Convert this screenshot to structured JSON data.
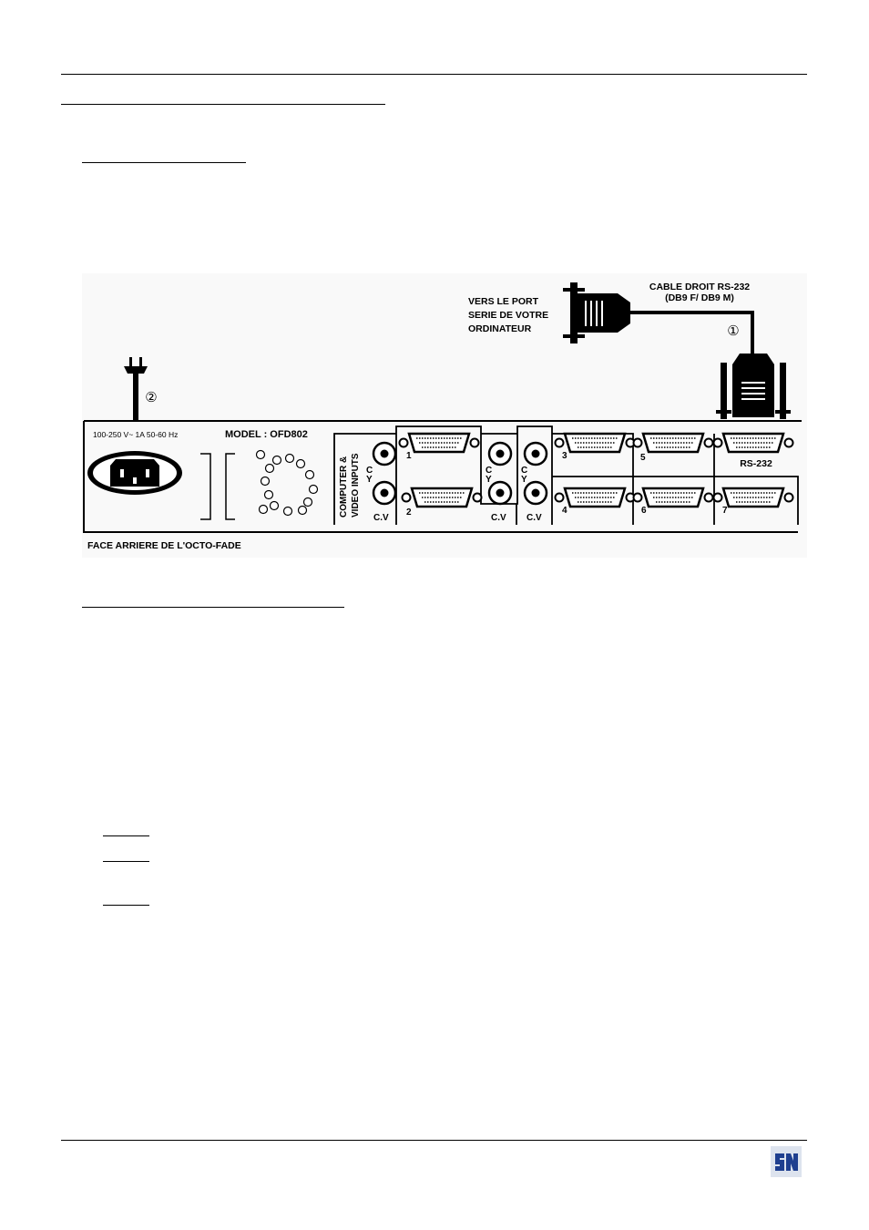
{
  "figure": {
    "cable_label_1": "CABLE DROIT RS-232",
    "cable_label_2": "(DB9 F/ DB9 M)",
    "port_label_1": "VERS LE PORT",
    "port_label_2": "SERIE DE VOTRE",
    "port_label_3": "ORDINATEUR",
    "step_1": "①",
    "step_2": "②",
    "power_spec": "100-250 V~ 1A 50-60 Hz",
    "model": "MODEL : OFD802",
    "inputs_label_1": "COMPUTER &",
    "inputs_label_2": "VIDEO INPUTS",
    "bnc_c": "C",
    "bnc_y": "Y",
    "bnc_cv": "C.V",
    "inputs": [
      "1",
      "2",
      "3",
      "4",
      "5",
      "6",
      "7"
    ],
    "rs232": "RS-232",
    "caption": "FACE ARRIERE DE L'OCTO-FADE"
  },
  "logo_colors": {
    "blue": "#1f3f8f",
    "bg": "#dde3ee"
  }
}
